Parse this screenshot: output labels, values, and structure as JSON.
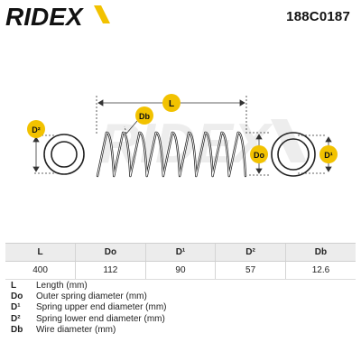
{
  "header": {
    "brand": "RIDEX",
    "part_number": "188C0187"
  },
  "drawing": {
    "watermark": "RIDEX",
    "labels": {
      "length": "L",
      "wire_diameter": "Db",
      "outer_diameter": "Do",
      "upper_end_diameter": "D¹",
      "lower_end_diameter": "D²"
    }
  },
  "specs": {
    "headers": [
      "L",
      "Do",
      "D¹",
      "D²",
      "Db"
    ],
    "values": [
      "400",
      "112",
      "90",
      "57",
      "12.6"
    ]
  },
  "legend": [
    {
      "abbr": "L",
      "desc": "Length (mm)"
    },
    {
      "abbr": "Do",
      "desc": "Outer spring diameter (mm)"
    },
    {
      "abbr": "D¹",
      "desc": "Spring upper end diameter (mm)"
    },
    {
      "abbr": "D²",
      "desc": "Spring lower end diameter (mm)"
    },
    {
      "abbr": "Db",
      "desc": "Wire diameter (mm)"
    }
  ],
  "colors": {
    "brand": "#111111",
    "badge": "#f2c200",
    "line": "#222222",
    "watermark": "#ededed"
  }
}
